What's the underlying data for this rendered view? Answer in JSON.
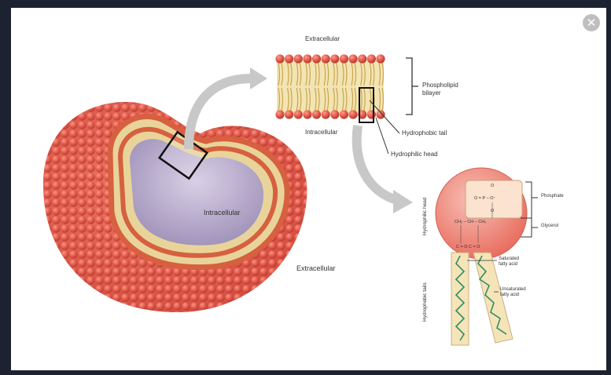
{
  "viewer": {
    "close_label": "✕",
    "close_icon": "close-icon"
  },
  "figure": {
    "labels": {
      "intracellular_cell": "Intracellular",
      "extracellular_cell": "Extracellular",
      "extracellular_bilayer": "Extracellular",
      "intracellular_bilayer": "Intracellular",
      "phospholipid_bilayer": "Phospholipid bilayer",
      "hydrophobic_tail": "Hydrophobic tail",
      "hydrophilic_head": "Hydrophilic head",
      "phosphate": "Phosphate",
      "glycerol": "Glycerol",
      "saturated_fatty_acid": "Saturated fatty acid",
      "unsaturated_fatty_acid": "Unsaturated fatty acid",
      "hydrophilic_head_vertical": "Hydrophilic head",
      "hydrophobic_tails_vertical": "Hydrophobic tails"
    },
    "chem": {
      "phosphate_o_top": "O",
      "phosphate_p": "O = P – O⁻",
      "phosphate_o_bottom": "O",
      "glycerol_chain": "CH₂ – CH – CH₂",
      "carbonyl": "C = O   C = O"
    },
    "colors": {
      "head_red": "#e0584a",
      "tail_yellow": "#ead7a0",
      "interior_lavender": "#b5a8c9",
      "arrow_gray": "#c8c8c8"
    }
  }
}
